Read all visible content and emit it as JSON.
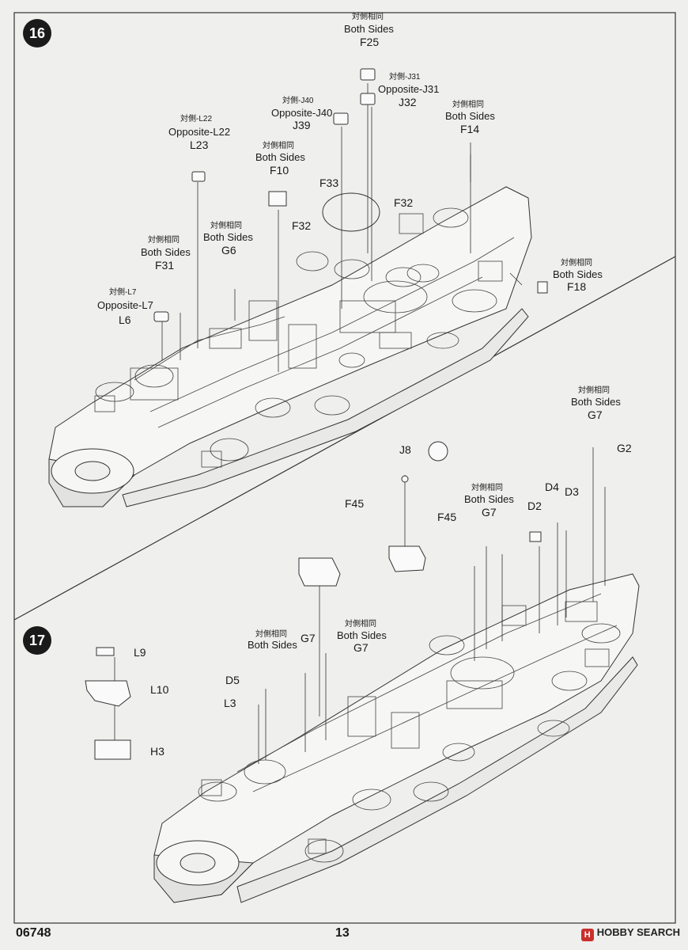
{
  "page": {
    "number": "13",
    "code": "06748",
    "watermark": "HOBBY SEARCH"
  },
  "step16": {
    "step_number": "16",
    "labels": {
      "f25_cn": "対側相同",
      "f25_en": "Both Sides",
      "f25": "F25",
      "j31_cn": "対側-J31",
      "j31_en": "Opposite-J31",
      "j32": "J32",
      "j40_cn": "対側-J40",
      "j40_en": "Opposite-J40",
      "j39": "J39",
      "f14_cn": "対側相同",
      "f14_en": "Both Sides",
      "f14": "F14",
      "l22_cn": "対側-L22",
      "l22_en": "Opposite-L22",
      "l23": "L23",
      "f10_cn": "対側相同",
      "f10_en": "Both Sides",
      "f10": "F10",
      "f33": "F33",
      "f32a": "F32",
      "f32b": "F32",
      "g6_cn": "対側相同",
      "g6_en": "Both Sides",
      "g6": "G6",
      "f31_cn": "対側相同",
      "f31_en": "Both Sides",
      "f31": "F31",
      "l7_cn": "対側-L7",
      "l7_en": "Opposite-L7",
      "l6": "L6",
      "f18_cn": "対側相同",
      "f18_en": "Both Sides",
      "f18": "F18"
    }
  },
  "step17": {
    "step_number": "17",
    "labels": {
      "g7a_cn": "対側相同",
      "g7a_en": "Both Sides",
      "g7a": "G7",
      "g2": "G2",
      "j8": "J8",
      "f45a": "F45",
      "f45b": "F45",
      "g7b_cn": "対側相同",
      "g7b_en": "Both Sides",
      "g7b": "G7",
      "d4": "D4",
      "d3": "D3",
      "d2": "D2",
      "l9": "L9",
      "l10": "L10",
      "h3": "H3",
      "g7c_cn": "対側相同",
      "g7c_en": "Both Sides",
      "g7c": "G7",
      "g7d_cn": "対側相同",
      "g7d_en": "Both Sides",
      "g7d": "G7",
      "d5": "D5",
      "l3": "L3"
    }
  }
}
